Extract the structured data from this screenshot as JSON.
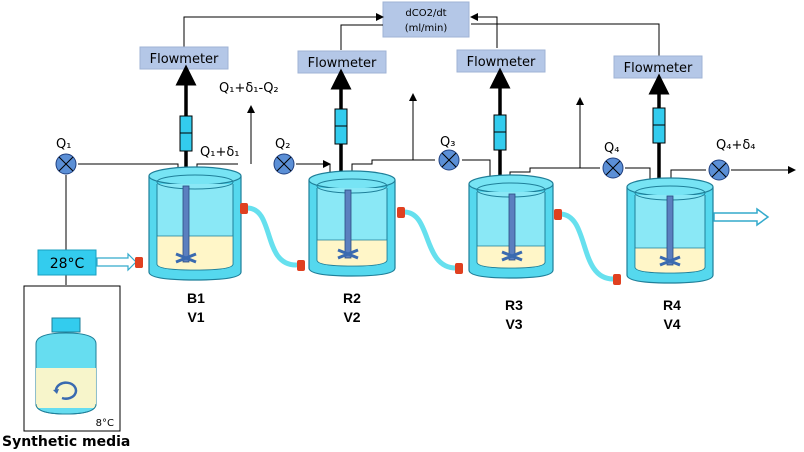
{
  "flow_rate_box": {
    "line1": "dCO2/dt",
    "line2": "(ml/min)"
  },
  "flowmeter_label": "Flowmeter",
  "flows": {
    "q1": "Q₁",
    "q1_plus_d1": "Q₁+δ₁",
    "q1_d1_minus_q2": "Q₁+δ₁-Q₂",
    "q2": "Q₂",
    "q3": "Q₃",
    "q4": "Q₄",
    "q4_plus_d4": "Q₄+δ₄"
  },
  "temperature_box": "28°C",
  "storage_temp": "8°C",
  "media_label": "Synthetic media",
  "reactors": [
    {
      "id": "R1",
      "id_shown": "B1",
      "volume": "V1"
    },
    {
      "id": "R2",
      "id_shown": "R2",
      "volume": "V2"
    },
    {
      "id": "R3",
      "id_shown": "R3",
      "volume": "V3"
    },
    {
      "id": "R4",
      "id_shown": "R4",
      "volume": "V4"
    }
  ],
  "colors": {
    "box_fill": "#b4c7e7",
    "liquid_glass": "#33ccee",
    "culture": "#fff6c8",
    "valve": "#5b8fd6",
    "shaft": "#5b7fbf",
    "tube": "#66e0ee",
    "connector": "#e04020",
    "temp_box": "#33ccee"
  }
}
